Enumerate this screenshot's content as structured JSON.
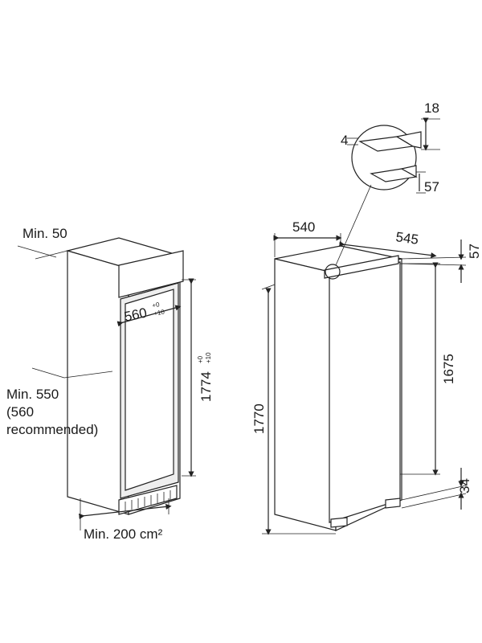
{
  "niche": {
    "min_top_gap": "Min. 50",
    "width": "560",
    "width_tol_top": "+0",
    "width_tol_bottom": "+10",
    "height": "1774",
    "height_tol_top": "+0",
    "height_tol_bottom": "+10",
    "min_depth": "Min. 550",
    "depth_recommended_line1": "(560",
    "depth_recommended_line2": "recommended)",
    "ventilation": "Min. 200 cm²"
  },
  "appliance": {
    "width": "540",
    "depth": "545",
    "top_offset": "57",
    "door_height": "1675",
    "bottom_offset": "34",
    "total_height": "1770"
  },
  "detail": {
    "gap_small": "4",
    "hinge_depth": "18",
    "hinge_offset": "57"
  }
}
